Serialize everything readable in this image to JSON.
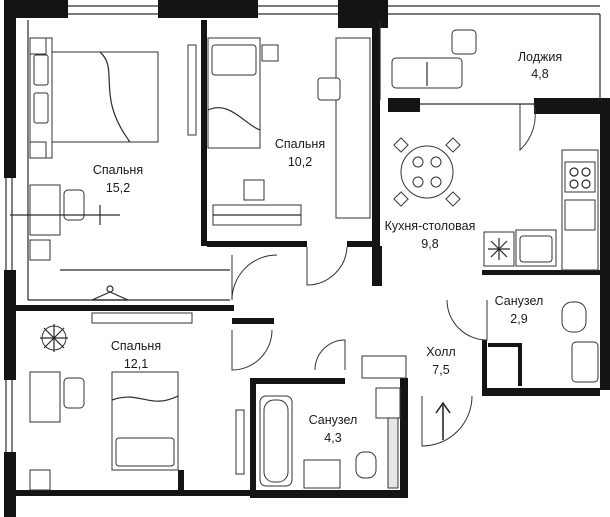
{
  "rooms": [
    {
      "id": "bedroom-1",
      "name": "Спальня",
      "area": "15,2"
    },
    {
      "id": "bedroom-2",
      "name": "Спальня",
      "area": "10,2"
    },
    {
      "id": "loggia",
      "name": "Лоджия",
      "area": "4,8"
    },
    {
      "id": "kitchen",
      "name": "Кухня-столовая",
      "area": "9,8"
    },
    {
      "id": "bathroom-1",
      "name": "Санузел",
      "area": "2,9"
    },
    {
      "id": "hall",
      "name": "Холл",
      "area": "7,5"
    },
    {
      "id": "bedroom-3",
      "name": "Спальня",
      "area": "12,1"
    },
    {
      "id": "bathroom-2",
      "name": "Санузел",
      "area": "4,3"
    }
  ],
  "colors": {
    "wall": "#141414",
    "fill": "#e6e6e6",
    "line": "#333333"
  },
  "icons": [
    "entrance-arrow-icon",
    "snowflake-icon",
    "hanger-icon",
    "plant-icon"
  ]
}
